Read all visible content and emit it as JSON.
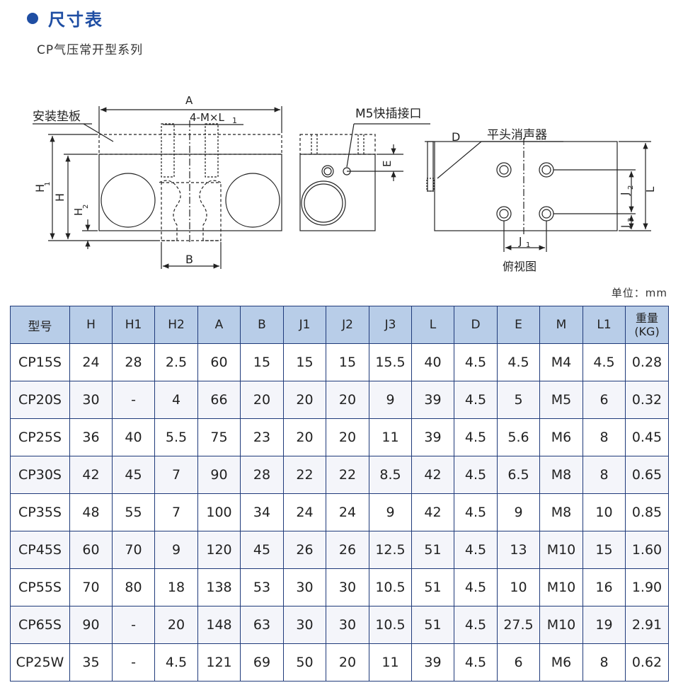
{
  "header": {
    "title": "尺寸表",
    "subtitle": "CP气压常开型系列"
  },
  "drawing": {
    "labels": {
      "A": "A",
      "M": "4-M×L",
      "M_sub": "1",
      "pad": "安装垫板",
      "H1": "H",
      "H1_sub": "1",
      "H": "H",
      "H2": "H",
      "H2_sub": "2",
      "B": "B",
      "port": "M5快插接口",
      "E": "E",
      "D": "D",
      "muffler": "平头消声器",
      "J2": "J",
      "J2_sub": "2",
      "L": "L",
      "J3": "J",
      "J3_sub": "3",
      "J1": "J",
      "J1_sub": "1",
      "topview": "俯视图"
    }
  },
  "unit_label": "单位：mm",
  "table": {
    "headers": [
      "型号",
      "H",
      "H1",
      "H2",
      "A",
      "B",
      "J1",
      "J2",
      "J3",
      "L",
      "D",
      "E",
      "M",
      "L1"
    ],
    "weight_header_line1": "重量",
    "weight_header_line2": "(KG)",
    "rows": [
      [
        "CP15S",
        "24",
        "28",
        "2.5",
        "60",
        "15",
        "15",
        "15",
        "15.5",
        "40",
        "4.5",
        "4.5",
        "M4",
        "4.5",
        "0.28"
      ],
      [
        "CP20S",
        "30",
        "-",
        "4",
        "66",
        "20",
        "20",
        "20",
        "9",
        "39",
        "4.5",
        "5",
        "M5",
        "6",
        "0.32"
      ],
      [
        "CP25S",
        "36",
        "40",
        "5.5",
        "75",
        "23",
        "20",
        "20",
        "11",
        "39",
        "4.5",
        "5.6",
        "M6",
        "8",
        "0.45"
      ],
      [
        "CP30S",
        "42",
        "45",
        "7",
        "90",
        "28",
        "22",
        "22",
        "8.5",
        "42",
        "4.5",
        "6.5",
        "M8",
        "8",
        "0.65"
      ],
      [
        "CP35S",
        "48",
        "55",
        "7",
        "100",
        "34",
        "24",
        "24",
        "9",
        "42",
        "4.5",
        "9",
        "M8",
        "10",
        "0.85"
      ],
      [
        "CP45S",
        "60",
        "70",
        "9",
        "120",
        "45",
        "26",
        "26",
        "12.5",
        "51",
        "4.5",
        "13",
        "M10",
        "15",
        "1.60"
      ],
      [
        "CP55S",
        "70",
        "80",
        "18",
        "138",
        "53",
        "30",
        "30",
        "10.5",
        "51",
        "4.5",
        "10",
        "M10",
        "16",
        "1.90"
      ],
      [
        "CP65S",
        "90",
        "-",
        "20",
        "148",
        "63",
        "30",
        "30",
        "10.5",
        "51",
        "4.5",
        "27.5",
        "M10",
        "19",
        "2.91"
      ],
      [
        "CP25W",
        "35",
        "-",
        "4.5",
        "121",
        "69",
        "50",
        "20",
        "11",
        "39",
        "4.5",
        "6",
        "M6",
        "8",
        "0.62"
      ]
    ]
  }
}
